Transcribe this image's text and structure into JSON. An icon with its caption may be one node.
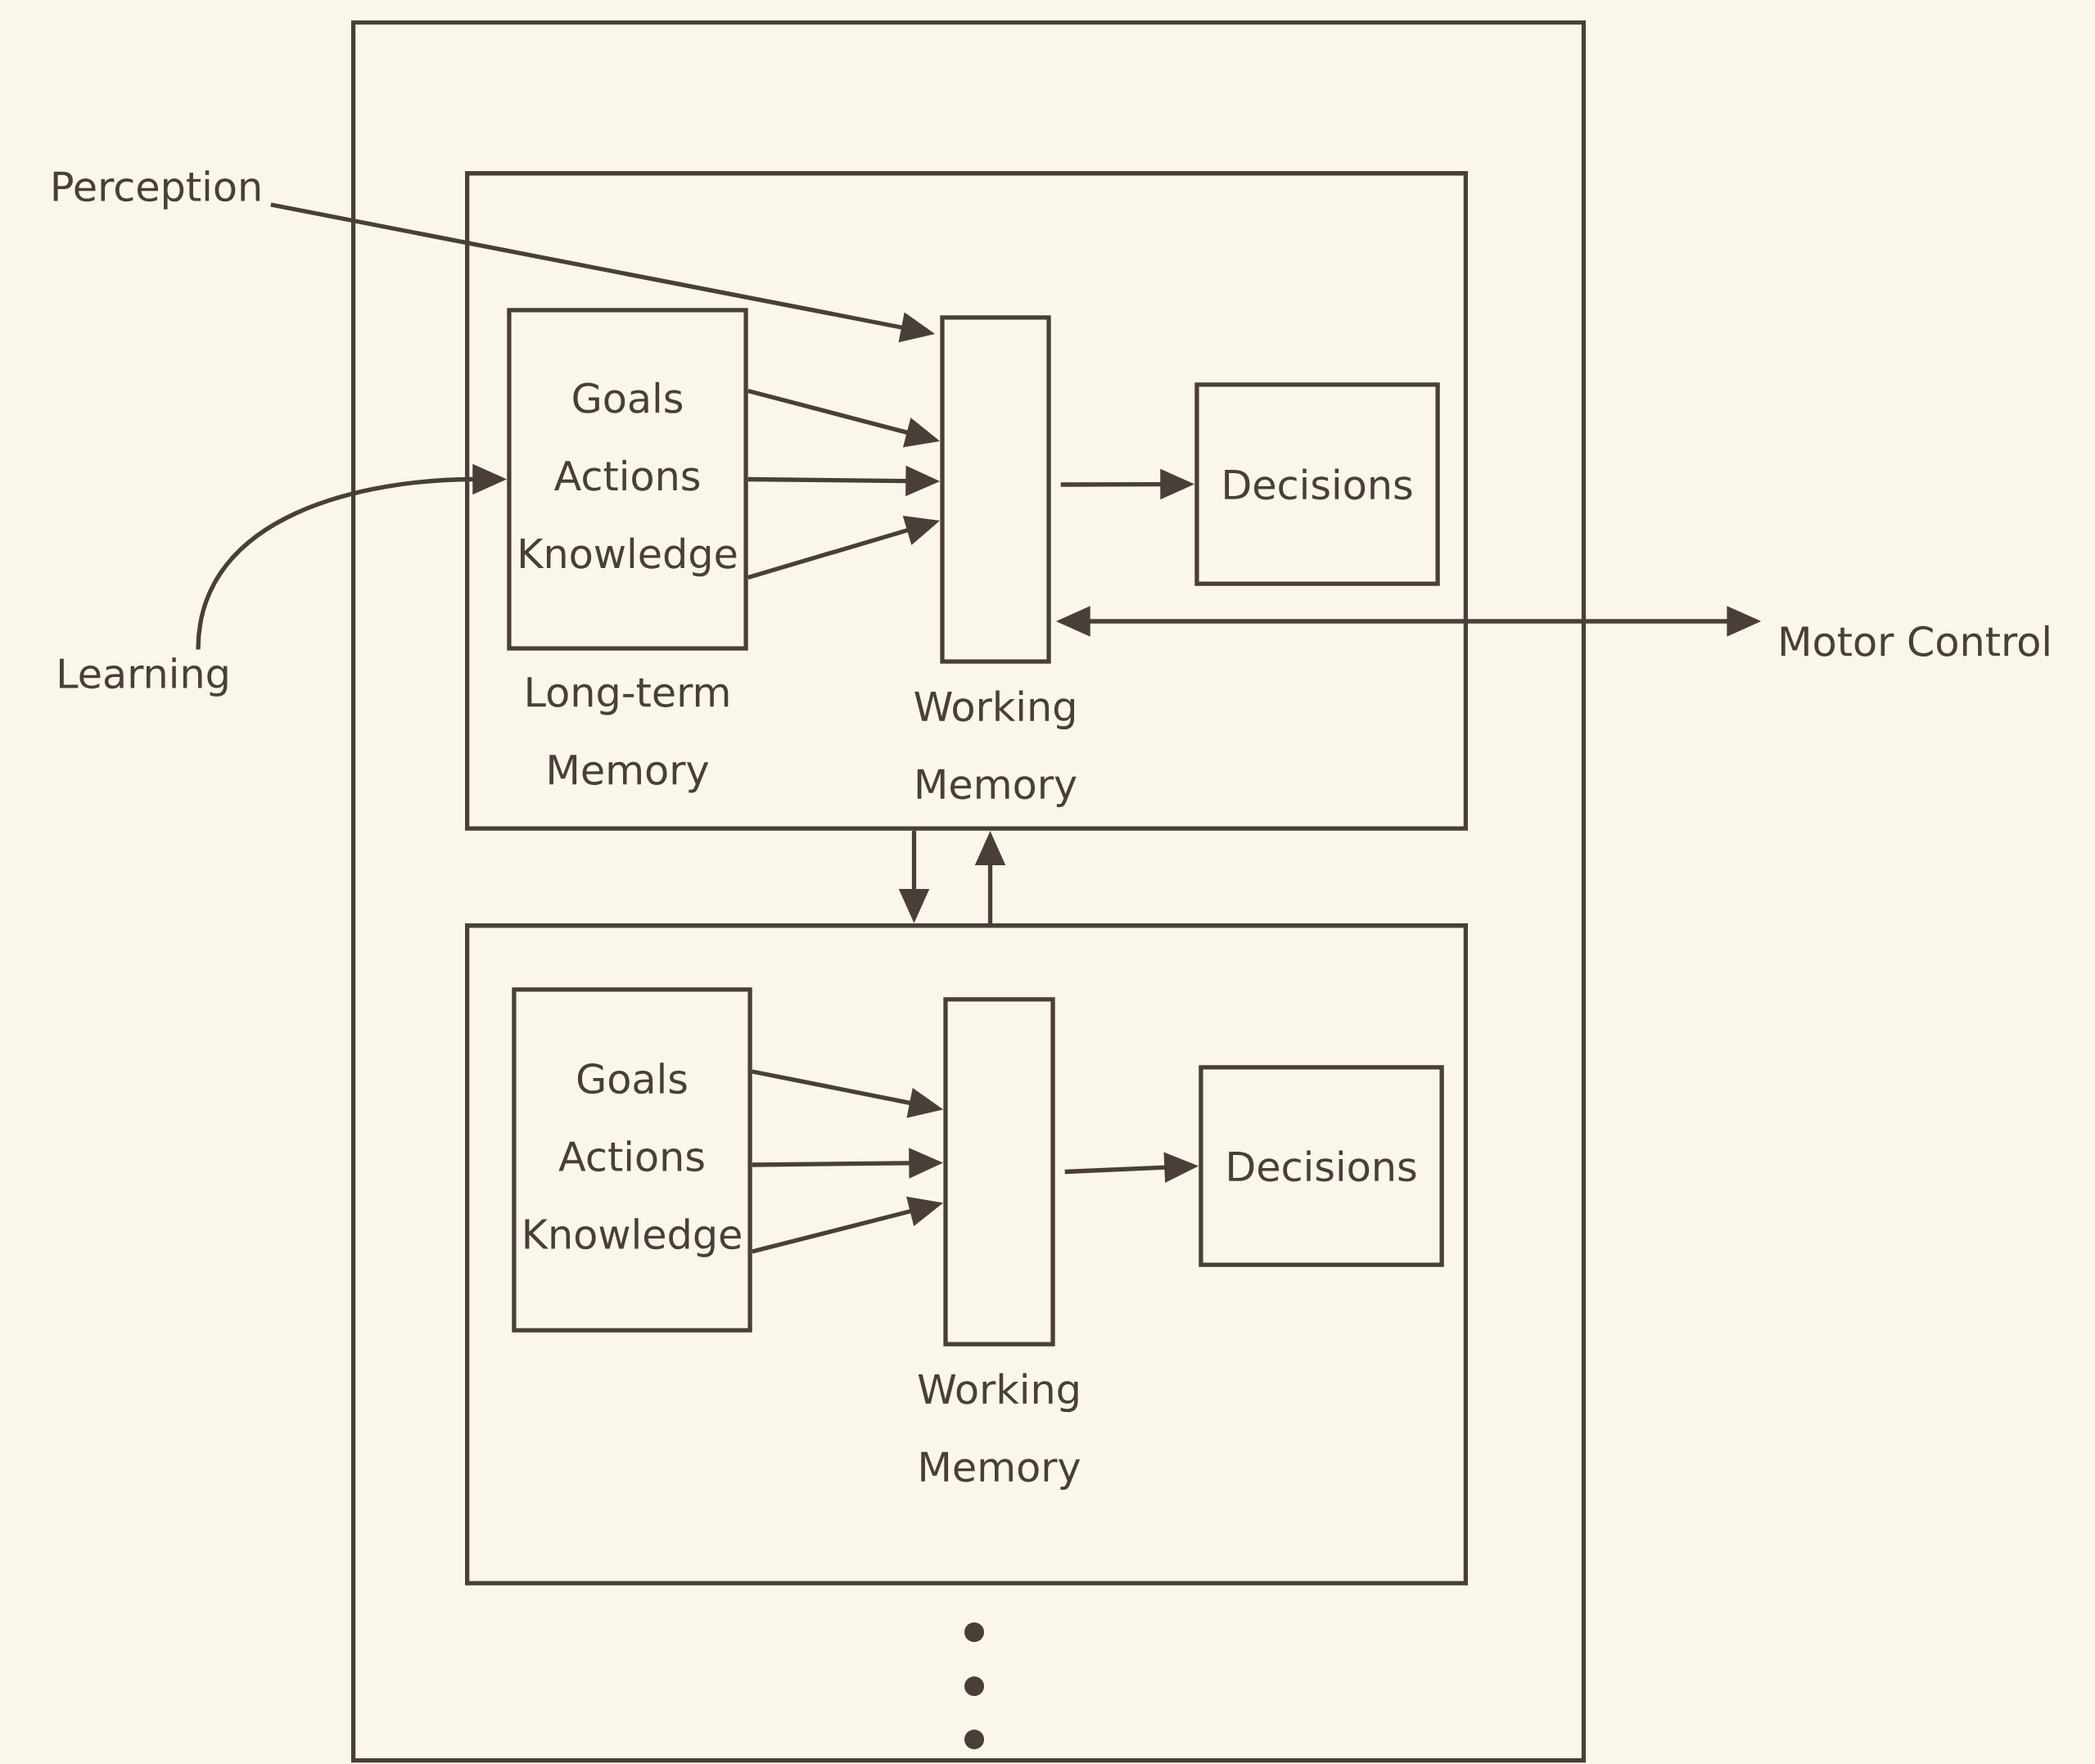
{
  "diagram": {
    "nodes": [
      {
        "text": [],
        "shape": "box"
      },
      {
        "text": [],
        "shape": "box",
        "in": 0
      },
      {
        "text": [
          "Goals",
          "Actions",
          "Knowledge"
        ],
        "beside": [
          "Long-term Memory"
        ],
        "in": 1
      },
      {
        "text": [],
        "shape": "box",
        "beside": [
          "Working Memory"
        ],
        "in": 1
      },
      {
        "text": [
          "Decisions"
        ],
        "in": 1
      },
      {
        "text": [],
        "shape": "box",
        "in": 0
      },
      {
        "text": [
          "Goals",
          "Actions",
          "Knowledge"
        ],
        "in": 5
      },
      {
        "text": [],
        "shape": "box",
        "beside": [
          "Working Memory"
        ],
        "in": 5
      },
      {
        "text": [
          "Decisions"
        ],
        "in": 5
      },
      {
        "text": [
          "Perception"
        ]
      },
      {
        "text": [
          "Learning"
        ]
      },
      {
        "text": [
          "Motor Control"
        ]
      }
    ],
    "edges": [
      {
        "from": 9,
        "to": 3,
        "arrow": "to"
      },
      {
        "from": 10,
        "to": 2,
        "arrow": "to"
      },
      {
        "from": 2,
        "to": 3,
        "arrow": "to"
      },
      {
        "from": 2,
        "to": 3,
        "arrow": "to"
      },
      {
        "from": 2,
        "to": 3,
        "arrow": "to"
      },
      {
        "from": 3,
        "to": 4,
        "arrow": "to"
      },
      {
        "from": 3,
        "to": 11,
        "arrow": "both"
      },
      {
        "from": 1,
        "to": 5,
        "arrow": "to"
      },
      {
        "from": 5,
        "to": 1,
        "arrow": "to"
      },
      {
        "from": 6,
        "to": 7,
        "arrow": "to"
      },
      {
        "from": 6,
        "to": 7,
        "arrow": "to"
      },
      {
        "from": 6,
        "to": 7,
        "arrow": "to"
      },
      {
        "from": 7,
        "to": 8,
        "arrow": "to"
      }
    ]
  }
}
